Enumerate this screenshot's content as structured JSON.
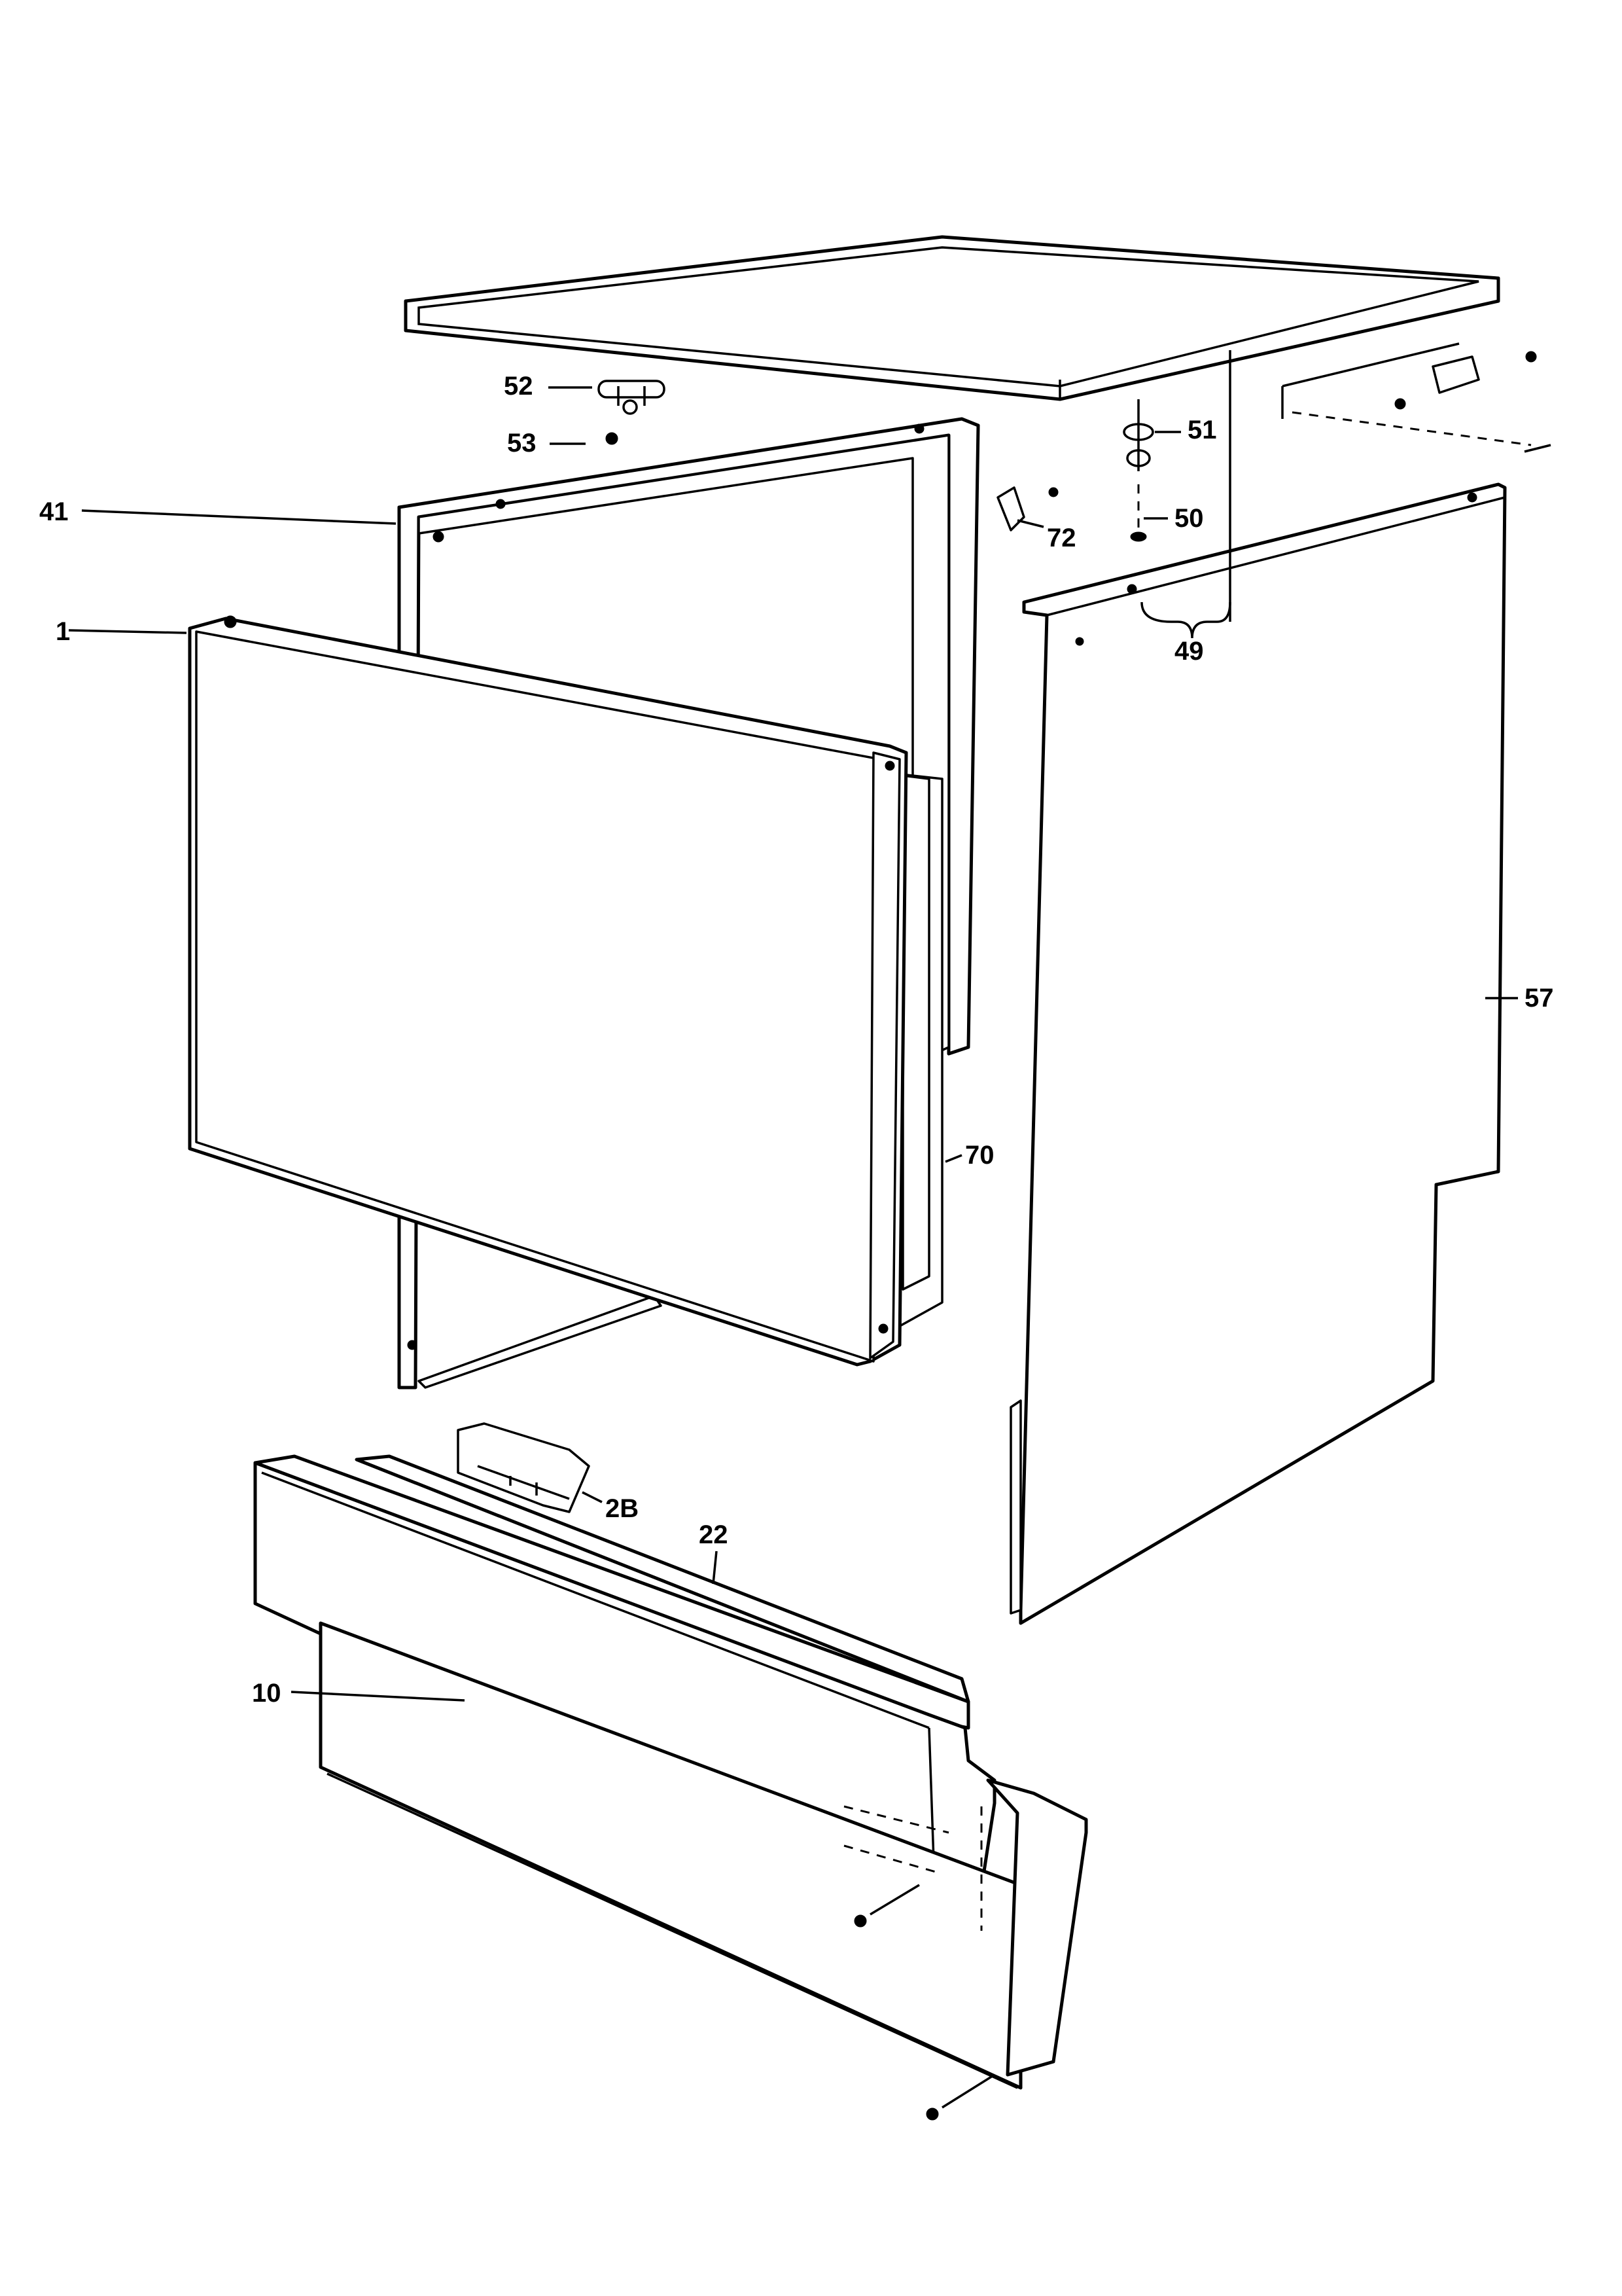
{
  "part_labels": {
    "top_cover": "52",
    "screw": "53",
    "side_panel_left": "41",
    "front_panel": "1",
    "bracket": "72",
    "washer": "51",
    "bolt": "50",
    "fixing_kit": "49",
    "side_panel_right": "57",
    "inner_panel": "70",
    "hinge": "2B",
    "control_strip": "22",
    "kick_plate": "10"
  }
}
